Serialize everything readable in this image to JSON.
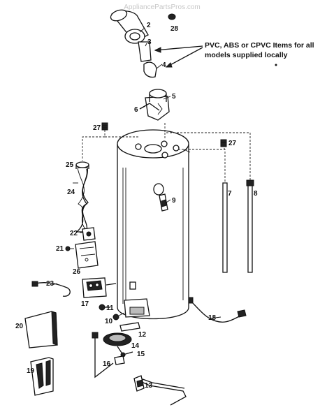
{
  "watermark": "AppliancePartsPros.com",
  "note": {
    "line1": "PVC, ABS or CPVC Items for all",
    "line2": "models supplied locally"
  },
  "callouts": [
    "2",
    "3",
    "4",
    "5",
    "6",
    "7",
    "8",
    "9",
    "10",
    "11",
    "12",
    "13",
    "14",
    "15",
    "16",
    "17",
    "18",
    "19",
    "20",
    "21",
    "22",
    "23",
    "24",
    "25",
    "26",
    "27",
    "27",
    "28"
  ]
}
